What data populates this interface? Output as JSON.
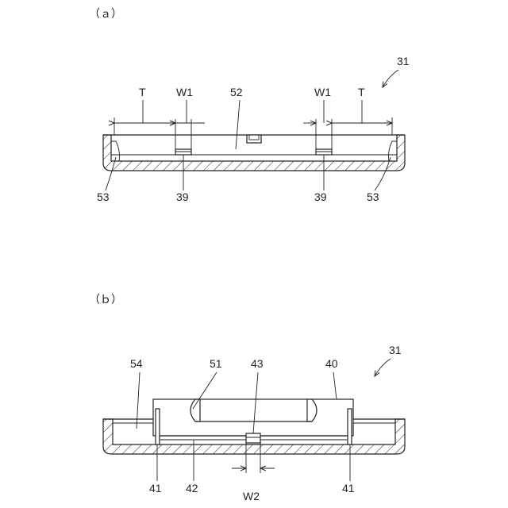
{
  "panel_a": {
    "caption": "（ａ）",
    "ref_number": "31",
    "labels": {
      "t_left": "T",
      "w1_left": "W1",
      "center": "52",
      "w1_right": "W1",
      "t_right": "T",
      "corner_left": "53",
      "slot_left": "39",
      "slot_right": "39",
      "corner_right": "53"
    }
  },
  "panel_b": {
    "caption": "（ｂ）",
    "ref_number": "31",
    "labels": {
      "left_space": "54",
      "roller": "51",
      "center_part": "43",
      "top_right": "40",
      "post_left": "41",
      "bottom_bar": "42",
      "gap_width": "W2",
      "post_right": "41"
    }
  }
}
